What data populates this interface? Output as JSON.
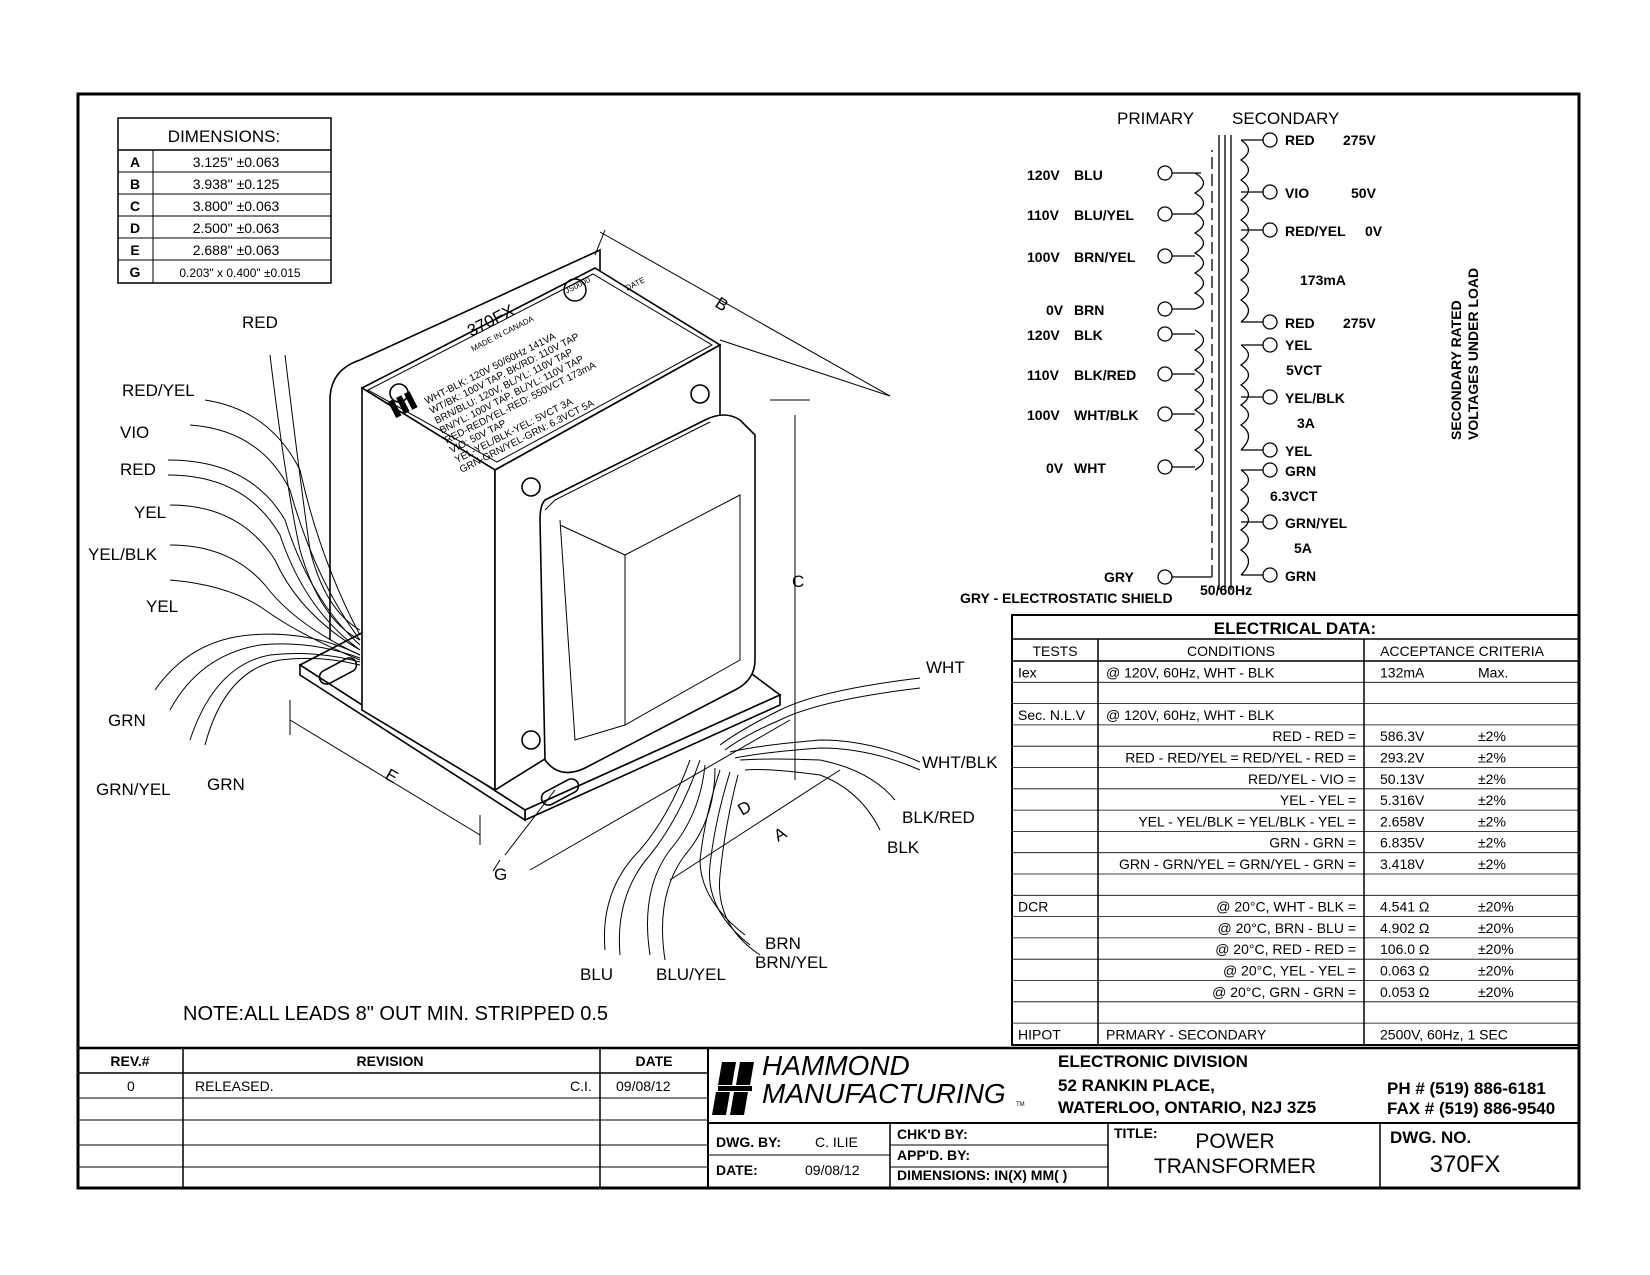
{
  "dimensions": {
    "title": "DIMENSIONS:",
    "rows": [
      {
        "key": "A",
        "value": "3.125\"  ±0.063"
      },
      {
        "key": "B",
        "value": "3.938\"  ±0.125"
      },
      {
        "key": "C",
        "value": "3.800\"  ±0.063"
      },
      {
        "key": "D",
        "value": "2.500\"  ±0.063"
      },
      {
        "key": "E",
        "value": "2.688\"  ±0.063"
      },
      {
        "key": "G",
        "value": "0.203\" x 0.400\"  ±0.015"
      }
    ]
  },
  "label_plate": {
    "model": "370FX",
    "made_in": "MADE IN CANADA",
    "cert": "JS0000",
    "date": "DATE",
    "lines": [
      "WHT-BLK: 120V 50/60Hz 141VA",
      "WT/BK: 100V TAP, BK/RD: 110V TAP",
      "BRN/BLU: 120V, BL/YL: 110V TAP",
      "BN/YL: 100V TAP, BL/YL: 110V TAP",
      "RED-RED/YEL-RED: 550VCT 173mA",
      "VIO: 50V TAP",
      "YEL-YEL/BLK-YEL: 5VCT 3A",
      "GRN-GRN/YEL-GRN: 6.3VCT 5A"
    ]
  },
  "drawing_labels": {
    "left_leads": [
      "RED",
      "RED/YEL",
      "VIO",
      "RED",
      "YEL",
      "YEL/BLK",
      "YEL",
      "GRN",
      "GRN/YEL",
      "GRN"
    ],
    "right_leads": [
      "WHT",
      "WHT/BLK",
      "BLK/RED",
      "BLK"
    ],
    "bottom_leads": [
      "BRN",
      "BRN/YEL",
      "BLU",
      "BLU/YEL"
    ],
    "dims": [
      "A",
      "B",
      "C",
      "D",
      "E",
      "G"
    ],
    "note": "NOTE:ALL LEADS 8\" OUT MIN.  STRIPPED 0.5"
  },
  "schematic": {
    "primary_title": "PRIMARY",
    "secondary_title": "SECONDARY",
    "primary": [
      {
        "volt": "120V",
        "color": "BLU"
      },
      {
        "volt": "110V",
        "color": "BLU/YEL"
      },
      {
        "volt": "100V",
        "color": "BRN/YEL"
      },
      {
        "volt": "0V",
        "color": "BRN"
      },
      {
        "volt": "120V",
        "color": "BLK"
      },
      {
        "volt": "110V",
        "color": "BLK/RED"
      },
      {
        "volt": "100V",
        "color": "WHT/BLK"
      },
      {
        "volt": "0V",
        "color": "WHT"
      }
    ],
    "secondary": [
      {
        "color": "RED",
        "note": "275V"
      },
      {
        "color": "VIO",
        "note": "50V"
      },
      {
        "color": "RED/YEL",
        "note": "0V"
      },
      {
        "color": "",
        "note": "173mA"
      },
      {
        "color": "RED",
        "note": "275V"
      },
      {
        "color": "YEL",
        "note": ""
      },
      {
        "color": "",
        "note": "5VCT"
      },
      {
        "color": "YEL/BLK",
        "note": ""
      },
      {
        "color": "",
        "note": "3A"
      },
      {
        "color": "YEL",
        "note": ""
      },
      {
        "color": "GRN",
        "note": ""
      },
      {
        "color": "",
        "note": "6.3VCT"
      },
      {
        "color": "GRN/YEL",
        "note": ""
      },
      {
        "color": "",
        "note": "5A"
      },
      {
        "color": "GRN",
        "note": ""
      }
    ],
    "gry": "GRY",
    "shield": "GRY - ELECTROSTATIC SHIELD",
    "freq": "50/60Hz",
    "side_note_1": "SECONDARY RATED",
    "side_note_2": "VOLTAGES UNDER LOAD"
  },
  "electrical": {
    "title": "ELECTRICAL DATA:",
    "headers": [
      "TESTS",
      "CONDITIONS",
      "ACCEPTANCE CRITERIA"
    ],
    "rows": [
      {
        "test": "Iex",
        "cond": "@ 120V, 60Hz, WHT - BLK",
        "value": "132mA",
        "tol": "Max.",
        "left": true
      },
      {
        "test": "",
        "cond": "",
        "value": "",
        "tol": "",
        "left": true
      },
      {
        "test": "Sec. N.L.V",
        "cond": "@ 120V, 60Hz, WHT - BLK",
        "value": "",
        "tol": "",
        "left": true
      },
      {
        "test": "",
        "cond": "RED - RED =",
        "value": "586.3V",
        "tol": "±2%",
        "left": false
      },
      {
        "test": "",
        "cond": "RED - RED/YEL = RED/YEL - RED =",
        "value": "293.2V",
        "tol": "±2%",
        "left": false
      },
      {
        "test": "",
        "cond": "RED/YEL - VIO =",
        "value": "50.13V",
        "tol": "±2%",
        "left": false
      },
      {
        "test": "",
        "cond": "YEL - YEL =",
        "value": "5.316V",
        "tol": "±2%",
        "left": false
      },
      {
        "test": "",
        "cond": "YEL - YEL/BLK = YEL/BLK - YEL =",
        "value": "2.658V",
        "tol": "±2%",
        "left": false
      },
      {
        "test": "",
        "cond": "GRN - GRN =",
        "value": "6.835V",
        "tol": "±2%",
        "left": false
      },
      {
        "test": "",
        "cond": "GRN - GRN/YEL = GRN/YEL - GRN =",
        "value": "3.418V",
        "tol": "±2%",
        "left": false
      },
      {
        "test": "",
        "cond": "",
        "value": "",
        "tol": "",
        "left": false
      },
      {
        "test": "DCR",
        "cond": "@ 20°C, WHT - BLK =",
        "value": "4.541 Ω",
        "tol": "±20%",
        "left": false
      },
      {
        "test": "",
        "cond": "@ 20°C, BRN - BLU =",
        "value": "4.902 Ω",
        "tol": "±20%",
        "left": false
      },
      {
        "test": "",
        "cond": "@ 20°C, RED - RED =",
        "value": "106.0 Ω",
        "tol": "±20%",
        "left": false
      },
      {
        "test": "",
        "cond": "@ 20°C, YEL - YEL =",
        "value": "0.063 Ω",
        "tol": "±20%",
        "left": false
      },
      {
        "test": "",
        "cond": "@ 20°C, GRN - GRN =",
        "value": "0.053 Ω",
        "tol": "±20%",
        "left": false
      },
      {
        "test": "",
        "cond": "",
        "value": "",
        "tol": "",
        "left": false
      },
      {
        "test": "HIPOT",
        "cond": "PRMARY - SECONDARY",
        "value": "2500V, 60Hz, 1 SEC",
        "tol": "",
        "left": true
      }
    ]
  },
  "title_block": {
    "rev_header": "REV.#",
    "revision_header": "REVISION",
    "date_header": "DATE",
    "rev": "0",
    "revision": "RELEASED.",
    "initials": "C.I.",
    "date": "09/08/12",
    "company_line1": "HAMMOND",
    "company_line2": "MANUFACTURING",
    "tm": "TM",
    "division": "ELECTRONIC DIVISION",
    "address1": "52 RANKIN PLACE,",
    "address2": "WATERLOO, ONTARIO, N2J 3Z5",
    "phone": "PH  # (519) 886-6181",
    "fax": "FAX # (519) 886-9540",
    "dwg_by_label": "DWG. BY:",
    "dwg_by": "C. ILIE",
    "date_label": "DATE:",
    "dwg_date": "09/08/12",
    "chkd_label": "CHK'D BY:",
    "appd_label": "APP'D. BY:",
    "dims_label": "DIMENSIONS:  IN(X) MM( )",
    "title_label": "TITLE:",
    "title1": "POWER",
    "title2": "TRANSFORMER",
    "dwg_no_label": "DWG. NO.",
    "dwg_no": "370FX"
  }
}
